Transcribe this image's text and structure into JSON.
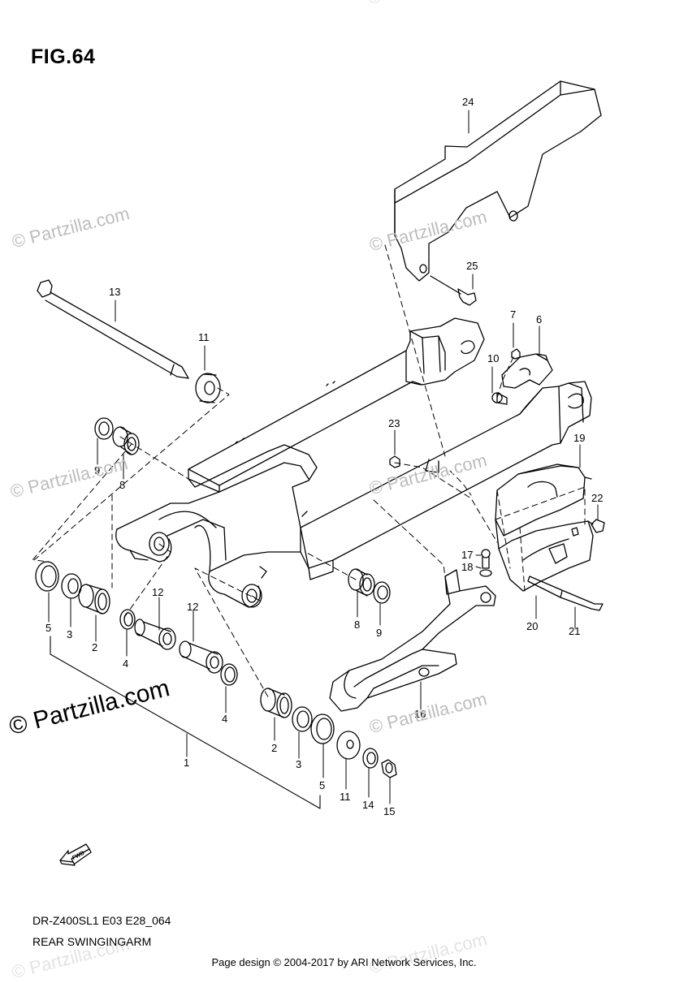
{
  "figure": {
    "title": "FIG.64",
    "model_code": "DR-Z400SL1 E03 E28_064",
    "subtitle": "REAR SWINGINGARM",
    "footer": "Page design © 2004-2017 by ARI Network Services, Inc.",
    "fwd_label": "FWD"
  },
  "watermarks": [
    "© Partzilla.com",
    "© Partzilla.com",
    "© Partzilla.com",
    "© Partzilla.com",
    "© Partzilla.com",
    "© Partzilla.com",
    "© Partzilla.com",
    "© Partzilla.com",
    "© Partzilla.com"
  ],
  "callouts": [
    "24",
    "25",
    "13",
    "11",
    "7",
    "6",
    "10",
    "23",
    "9",
    "8",
    "19",
    "22",
    "17",
    "18",
    "12",
    "12",
    "5",
    "3",
    "2",
    "4",
    "8",
    "9",
    "20",
    "21",
    "4",
    "16",
    "2",
    "3",
    "5",
    "1",
    "11",
    "14",
    "15"
  ],
  "colors": {
    "line": "#000000",
    "watermark": "#bdbdbd"
  }
}
